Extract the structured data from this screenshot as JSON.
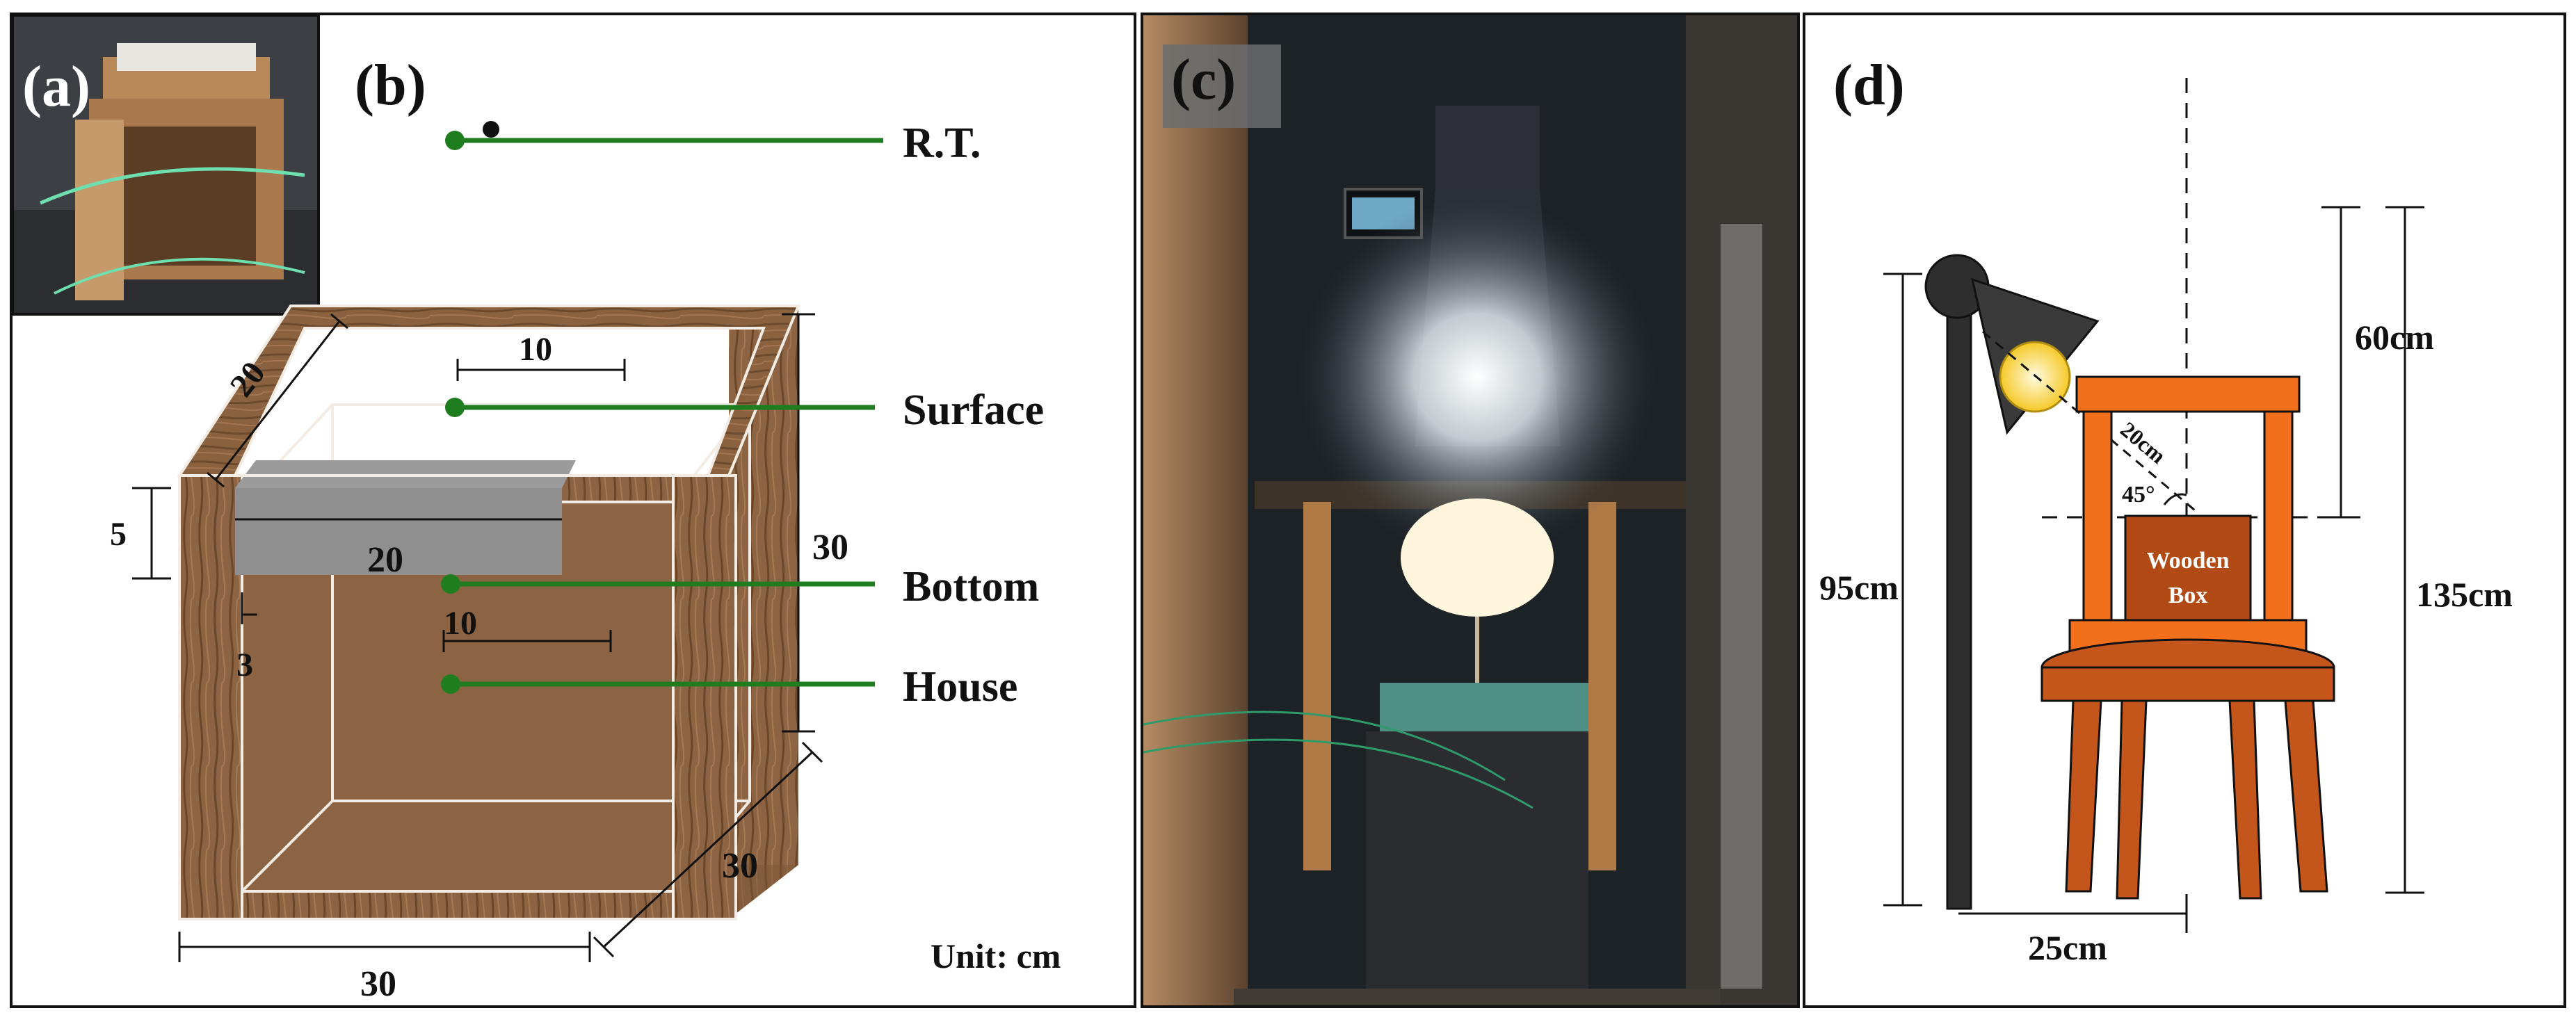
{
  "panel_a": {
    "letter": "(a)"
  },
  "panel_b": {
    "letter": "(b)",
    "sensors": {
      "rt": "R.T.",
      "surface": "Surface",
      "bottom": "Bottom",
      "house": "House"
    },
    "dims": {
      "top_depth": "20",
      "top_inner": "10",
      "ledge_height": "5",
      "ledge_width": "20",
      "wall_thickness": "3",
      "inner_width": "10",
      "height": "30",
      "depth": "30",
      "width": "30"
    },
    "unit": "Unit: cm",
    "colors": {
      "sensor_line": "#1e7d1e",
      "wood": "#8a6240",
      "ledge": "#8f8f8f"
    }
  },
  "panel_c": {
    "letter": "(c)"
  },
  "panel_d": {
    "letter": "(d)",
    "dims": {
      "lamp_height": "95cm",
      "frame_top": "60cm",
      "total_height": "135cm",
      "base_offset": "25cm",
      "lamp_distance": "20cm",
      "lamp_angle": "45°"
    },
    "box_label_line1": "Wooden",
    "box_label_line2": "Box",
    "colors": {
      "frame": "#f26f1c",
      "chair": "#c4561b",
      "lamp": "#2e2e2e",
      "bulb": "#ffe04a"
    }
  }
}
